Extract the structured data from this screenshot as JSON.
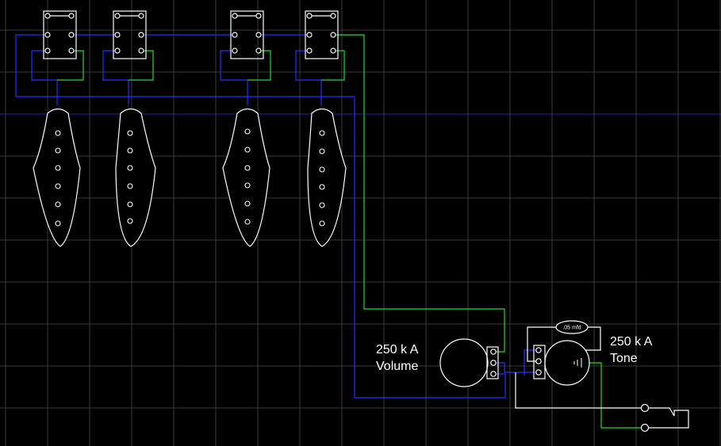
{
  "volume_pot": {
    "value_label": "250 k A",
    "name_label": "Volume"
  },
  "tone_pot": {
    "value_label": "250 k A",
    "name_label": "Tone"
  },
  "capacitor": {
    "label": ".05 mfd"
  },
  "colors": {
    "background": "#000000",
    "grid": "#3a3a3a",
    "grid_major": "#2222aa",
    "component_outline": "#ffffff",
    "wire_blue": "#2233ff",
    "wire_green": "#22dd22",
    "wire_white": "#ffffff"
  },
  "components": {
    "pickups": 4,
    "switches": 4,
    "pickup_polepieces_each": 6
  }
}
